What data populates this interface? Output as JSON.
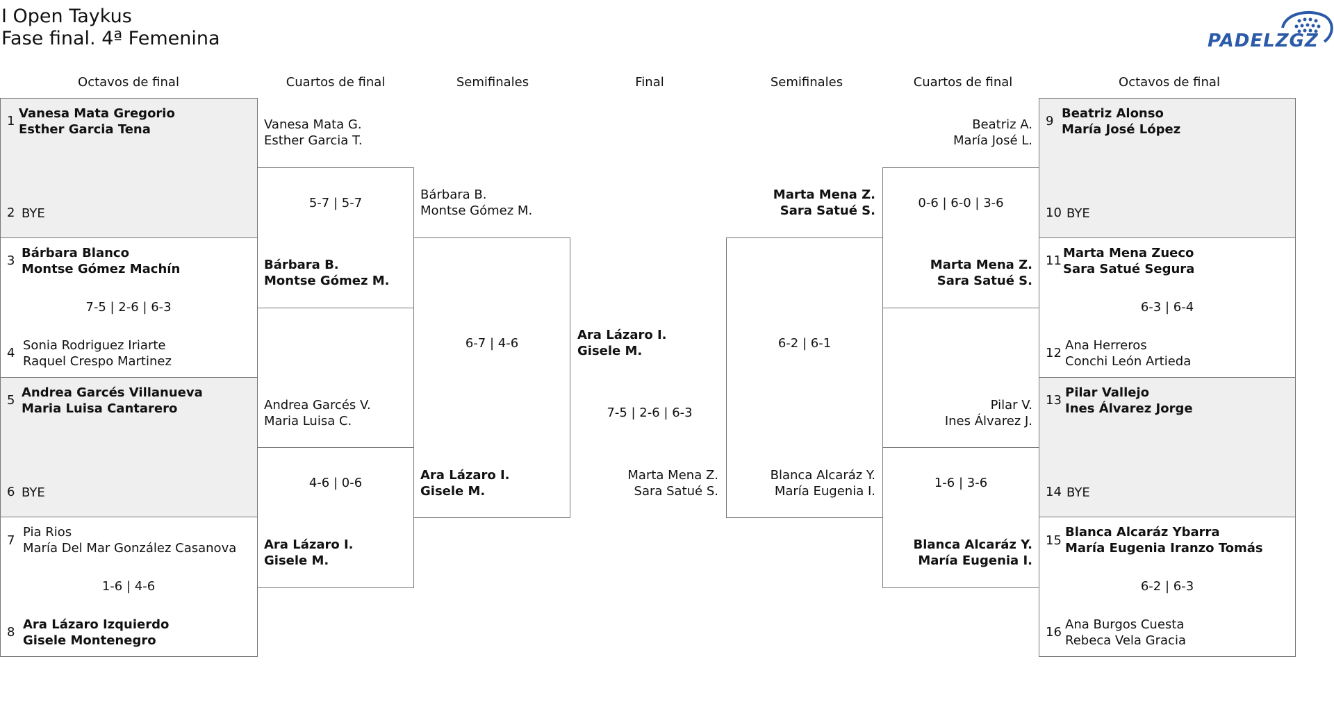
{
  "header": {
    "title": "I Open Taykus",
    "subtitle": "Fase final. 4ª Femenina"
  },
  "logo": {
    "text": "PADELZGZ",
    "color": "#2b5aa8"
  },
  "rounds": [
    "Octavos de final",
    "Cuartos de final",
    "Semifinales",
    "Final",
    "Semifinales",
    "Cuartos de final",
    "Octavos de final"
  ],
  "left_r16": [
    {
      "s1": "1",
      "p1a": "Vanesa Mata Gregorio",
      "p1b": "Esther Garcia Tena",
      "s2": "2",
      "p2a": "BYE",
      "score": ""
    },
    {
      "s1": "3",
      "p1a": "Bárbara Blanco",
      "p1b": "Montse Gómez Machín",
      "s2": "4",
      "p2a": "Sonia Rodriguez Iriarte",
      "p2b": "Raquel Crespo Martinez",
      "score": "7-5 | 2-6 | 6-3"
    },
    {
      "s1": "5",
      "p1a": "Andrea Garcés Villanueva",
      "p1b": "Maria Luisa Cantarero",
      "s2": "6",
      "p2a": "BYE",
      "score": ""
    },
    {
      "s1": "7",
      "p1a": "Pia Rios",
      "p1b": "María Del Mar González Casanova",
      "s2": "8",
      "p2a": "Ara Lázaro Izquierdo",
      "p2b": "Gisele Montenegro",
      "score": "1-6 | 4-6"
    }
  ],
  "left_qf": [
    {
      "t1a": "Vanesa Mata G.",
      "t1b": "Esther Garcia T.",
      "t2a": "Bárbara B.",
      "t2b": "Montse Gómez M.",
      "score": "5-7 | 5-7"
    },
    {
      "t1a": "Andrea Garcés V.",
      "t1b": "Maria Luisa C.",
      "t2a": "Ara Lázaro I.",
      "t2b": "Gisele M.",
      "score": "4-6 | 0-6"
    }
  ],
  "left_sf": {
    "t1a": "Bárbara B.",
    "t1b": "Montse Gómez M.",
    "t2a": "Ara Lázaro I.",
    "t2b": "Gisele M.",
    "score": "6-7 | 4-6"
  },
  "final": {
    "t1a": "Ara Lázaro I.",
    "t1b": "Gisele M.",
    "t2a": "Marta Mena Z.",
    "t2b": "Sara Satué S.",
    "score": "7-5 | 2-6 | 6-3"
  },
  "right_sf": {
    "t1a": "Marta Mena Z.",
    "t1b": "Sara Satué S.",
    "t2a": "Blanca Alcaráz Y.",
    "t2b": "María Eugenia I.",
    "score": "6-2 | 6-1"
  },
  "right_qf": [
    {
      "t1a": "Beatriz A.",
      "t1b": "María José L.",
      "t2a": "Marta Mena Z.",
      "t2b": "Sara Satué S.",
      "score": "0-6 | 6-0 | 3-6"
    },
    {
      "t1a": "Pilar V.",
      "t1b": "Ines Álvarez J.",
      "t2a": "Blanca Alcaráz Y.",
      "t2b": "María Eugenia I.",
      "score": "1-6 | 3-6"
    }
  ],
  "right_r16": [
    {
      "s1": "9",
      "p1a": "Beatriz Alonso",
      "p1b": "María José López",
      "s2": "10",
      "p2a": "BYE",
      "score": ""
    },
    {
      "s1": "11",
      "p1a": "Marta Mena Zueco",
      "p1b": "Sara Satué Segura",
      "s2": "12",
      "p2a": "Ana Herreros",
      "p2b": "Conchi León Artieda",
      "score": "6-3 | 6-4"
    },
    {
      "s1": "13",
      "p1a": "Pilar Vallejo",
      "p1b": "Ines Álvarez Jorge",
      "s2": "14",
      "p2a": "BYE",
      "score": ""
    },
    {
      "s1": "15",
      "p1a": "Blanca Alcaráz Ybarra",
      "p1b": "María Eugenia Iranzo Tomás",
      "s2": "16",
      "p2a": "Ana Burgos Cuesta",
      "p2b": "Rebeca Vela Gracia",
      "score": "6-2 | 6-3"
    }
  ]
}
